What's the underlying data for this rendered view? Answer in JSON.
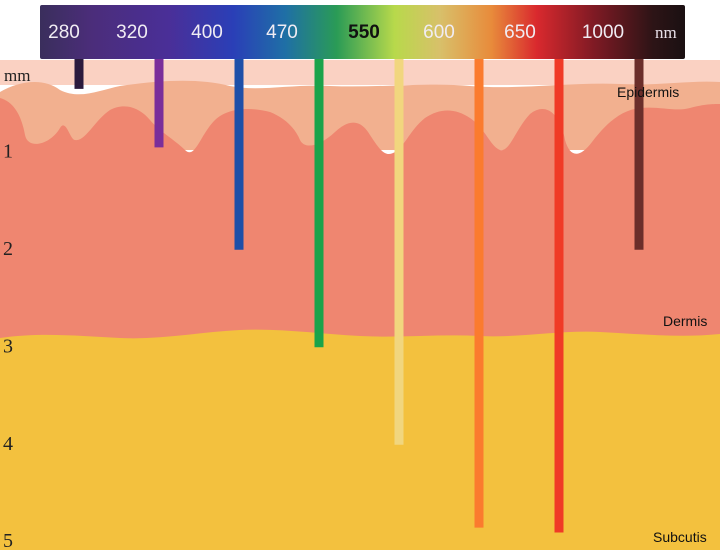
{
  "spectrum": {
    "unit": "nm",
    "wavelengths": [
      {
        "label": "280",
        "color": "#2b1a3d",
        "depth_mm": 0.45
      },
      {
        "label": "320",
        "color": "#7a2e9a",
        "depth_mm": 1.05
      },
      {
        "label": "400",
        "color": "#1e4fa8",
        "depth_mm": 2.1
      },
      {
        "label": "470",
        "color": "#1aa34a",
        "depth_mm": 3.1
      },
      {
        "label": "550",
        "color": "#f1d67e",
        "depth_mm": 4.1,
        "emphasized": true
      },
      {
        "label": "600",
        "color": "#fb7b2e",
        "depth_mm": 4.95
      },
      {
        "label": "650",
        "color": "#f03a26",
        "depth_mm": 5.0
      },
      {
        "label": "1000",
        "color": "#6b2e2a",
        "depth_mm": 2.1
      }
    ]
  },
  "depth_axis": {
    "unit": "mm",
    "ticks": [
      "1",
      "2",
      "3",
      "4",
      "5"
    ]
  },
  "layers": {
    "epidermis": {
      "label": "Epidermis",
      "color": "#f2b08f"
    },
    "dermis": {
      "label": "Dermis",
      "color": "#ef8670"
    },
    "subcutis": {
      "label": "Subcutis",
      "color": "#f3c13e"
    }
  },
  "surface_color": "#fad1c2"
}
